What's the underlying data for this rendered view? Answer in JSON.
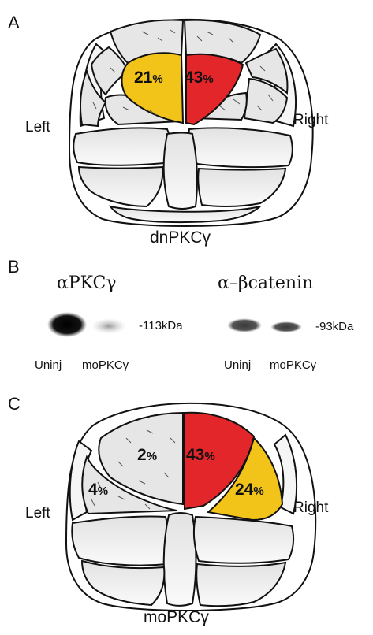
{
  "panels": {
    "a": {
      "letter": "A",
      "left_label": "Left",
      "right_label": "Right",
      "caption": "dnPKCγ",
      "values": {
        "yellow_num": "21",
        "red_num": "43",
        "percent": "%"
      }
    },
    "b": {
      "letter": "B",
      "blot1": {
        "title": "αPKCγ",
        "size": "-113kDa",
        "lane1": "Uninj",
        "lane2": "moPKCγ"
      },
      "blot2": {
        "title": "α–βcatenin",
        "size": "-93kDa",
        "lane1": "Uninj",
        "lane2": "moPKCγ"
      }
    },
    "c": {
      "letter": "C",
      "left_label": "Left",
      "right_label": "Right",
      "caption": "moPKCγ",
      "values": {
        "grey_top_num": "2",
        "red_num": "43",
        "grey_left_num": "4",
        "yellow_num": "24",
        "percent": "%"
      }
    }
  },
  "colors": {
    "yellow": "#f2c318",
    "red": "#e2262a",
    "cell_grey": "#e6e6e6",
    "cell_light": "#f4f4f4",
    "outline": "#111111"
  }
}
